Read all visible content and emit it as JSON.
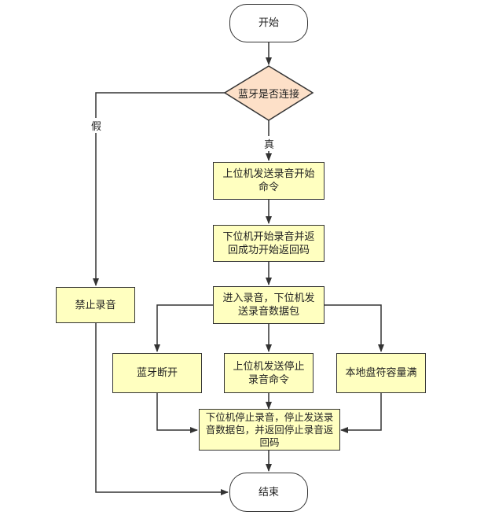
{
  "nodes": {
    "start": "开始",
    "bt_connected": "蓝牙是否连接",
    "host_send_start": "上位机发送录音开始命令",
    "device_start_return": "下位机开始录音并返回成功开始返回码",
    "recording": "进入录音，下位机发送录音数据包",
    "forbid_record": "禁止录音",
    "bt_disconnect": "蓝牙断开",
    "host_send_stop": "上位机发送停止录音命令",
    "disk_full": "本地盘符容量满",
    "device_stop": "下位机停止录音，停止发送录音数据包，并返回停止录音返回码",
    "end": "结束"
  },
  "edges": {
    "yes_label": "真",
    "no_label": "假"
  },
  "colors": {
    "box_fill": "#ffffc0",
    "decision_fill": "#fde0c8",
    "stroke": "#333333"
  }
}
